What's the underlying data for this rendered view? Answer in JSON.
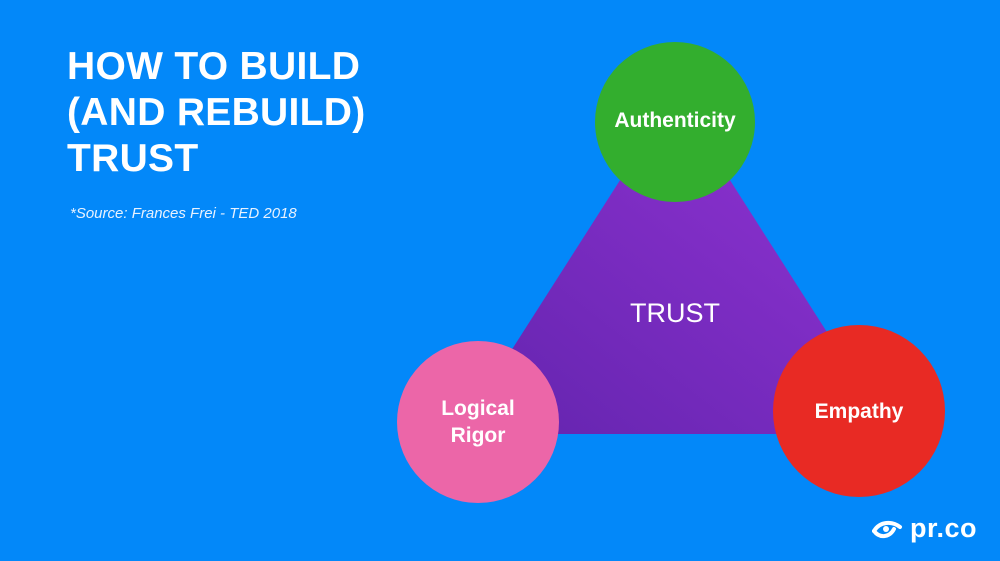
{
  "title_lines": [
    "HOW TO BUILD",
    "(AND REBUILD)",
    "TRUST"
  ],
  "source": "*Source: Frances Frei - TED 2018",
  "diagram": {
    "center_label": "TRUST",
    "nodes": [
      {
        "label_lines": [
          "Authenticity"
        ],
        "color": "#33ae2e"
      },
      {
        "label_lines": [
          "Logical",
          "Rigor"
        ],
        "color": "#ec66a8"
      },
      {
        "label_lines": [
          "Empathy"
        ],
        "color": "#e82a24"
      }
    ],
    "triangle_colors": [
      "#9434d6",
      "#6224ad"
    ]
  },
  "logo": {
    "text": "pr.co"
  }
}
